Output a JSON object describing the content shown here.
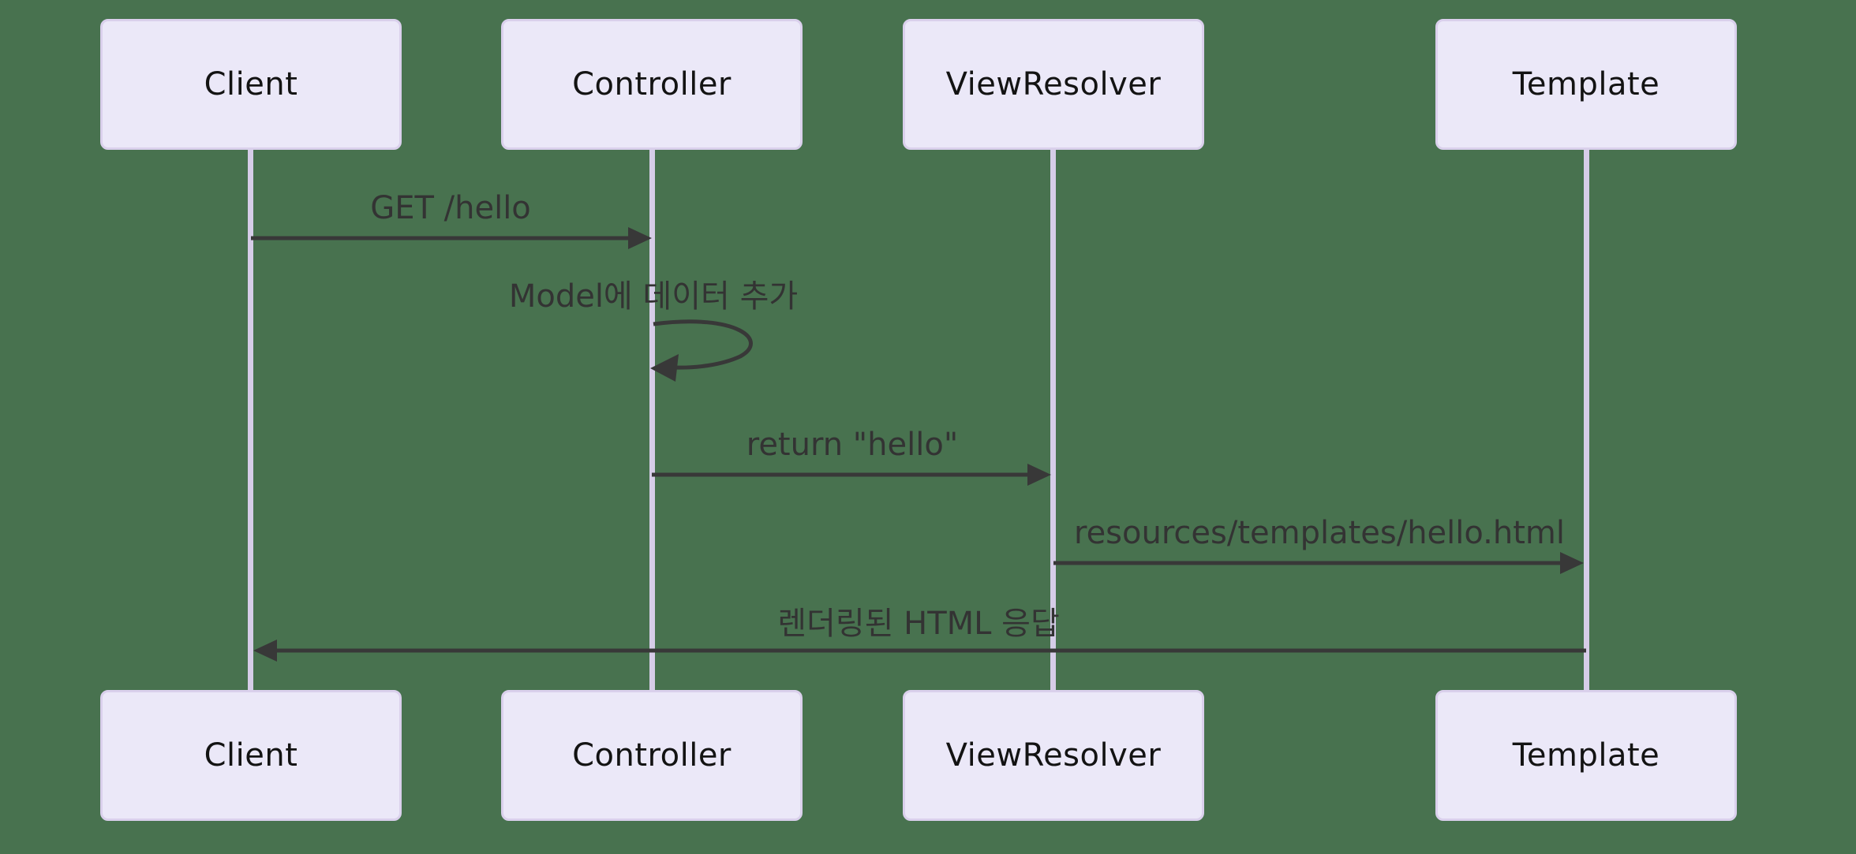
{
  "diagram": {
    "type": "sequence-diagram",
    "actors": [
      {
        "id": "client",
        "label": "Client"
      },
      {
        "id": "controller",
        "label": "Controller"
      },
      {
        "id": "viewresolver",
        "label": "ViewResolver"
      },
      {
        "id": "template",
        "label": "Template"
      }
    ],
    "messages": [
      {
        "from": "Client",
        "to": "Controller",
        "label": "GET /hello",
        "style": "solid-arrow"
      },
      {
        "from": "Controller",
        "to": "Controller",
        "label": "Model에 데이터 추가",
        "style": "self-loop"
      },
      {
        "from": "Controller",
        "to": "ViewResolver",
        "label": "return \"hello\"",
        "style": "solid-arrow"
      },
      {
        "from": "ViewResolver",
        "to": "Template",
        "label": "resources/templates/hello.html",
        "style": "solid-arrow"
      },
      {
        "from": "Template",
        "to": "Client",
        "label": "렌더링된 HTML 응답",
        "style": "solid-arrow"
      }
    ],
    "colors": {
      "background": "#48724F",
      "actor_fill": "#EBE8F8",
      "actor_border": "#DAD0EC",
      "lifeline": "#D6CDE8",
      "arrow": "#383838",
      "message_text": "#333333",
      "actor_text": "#131313"
    }
  }
}
